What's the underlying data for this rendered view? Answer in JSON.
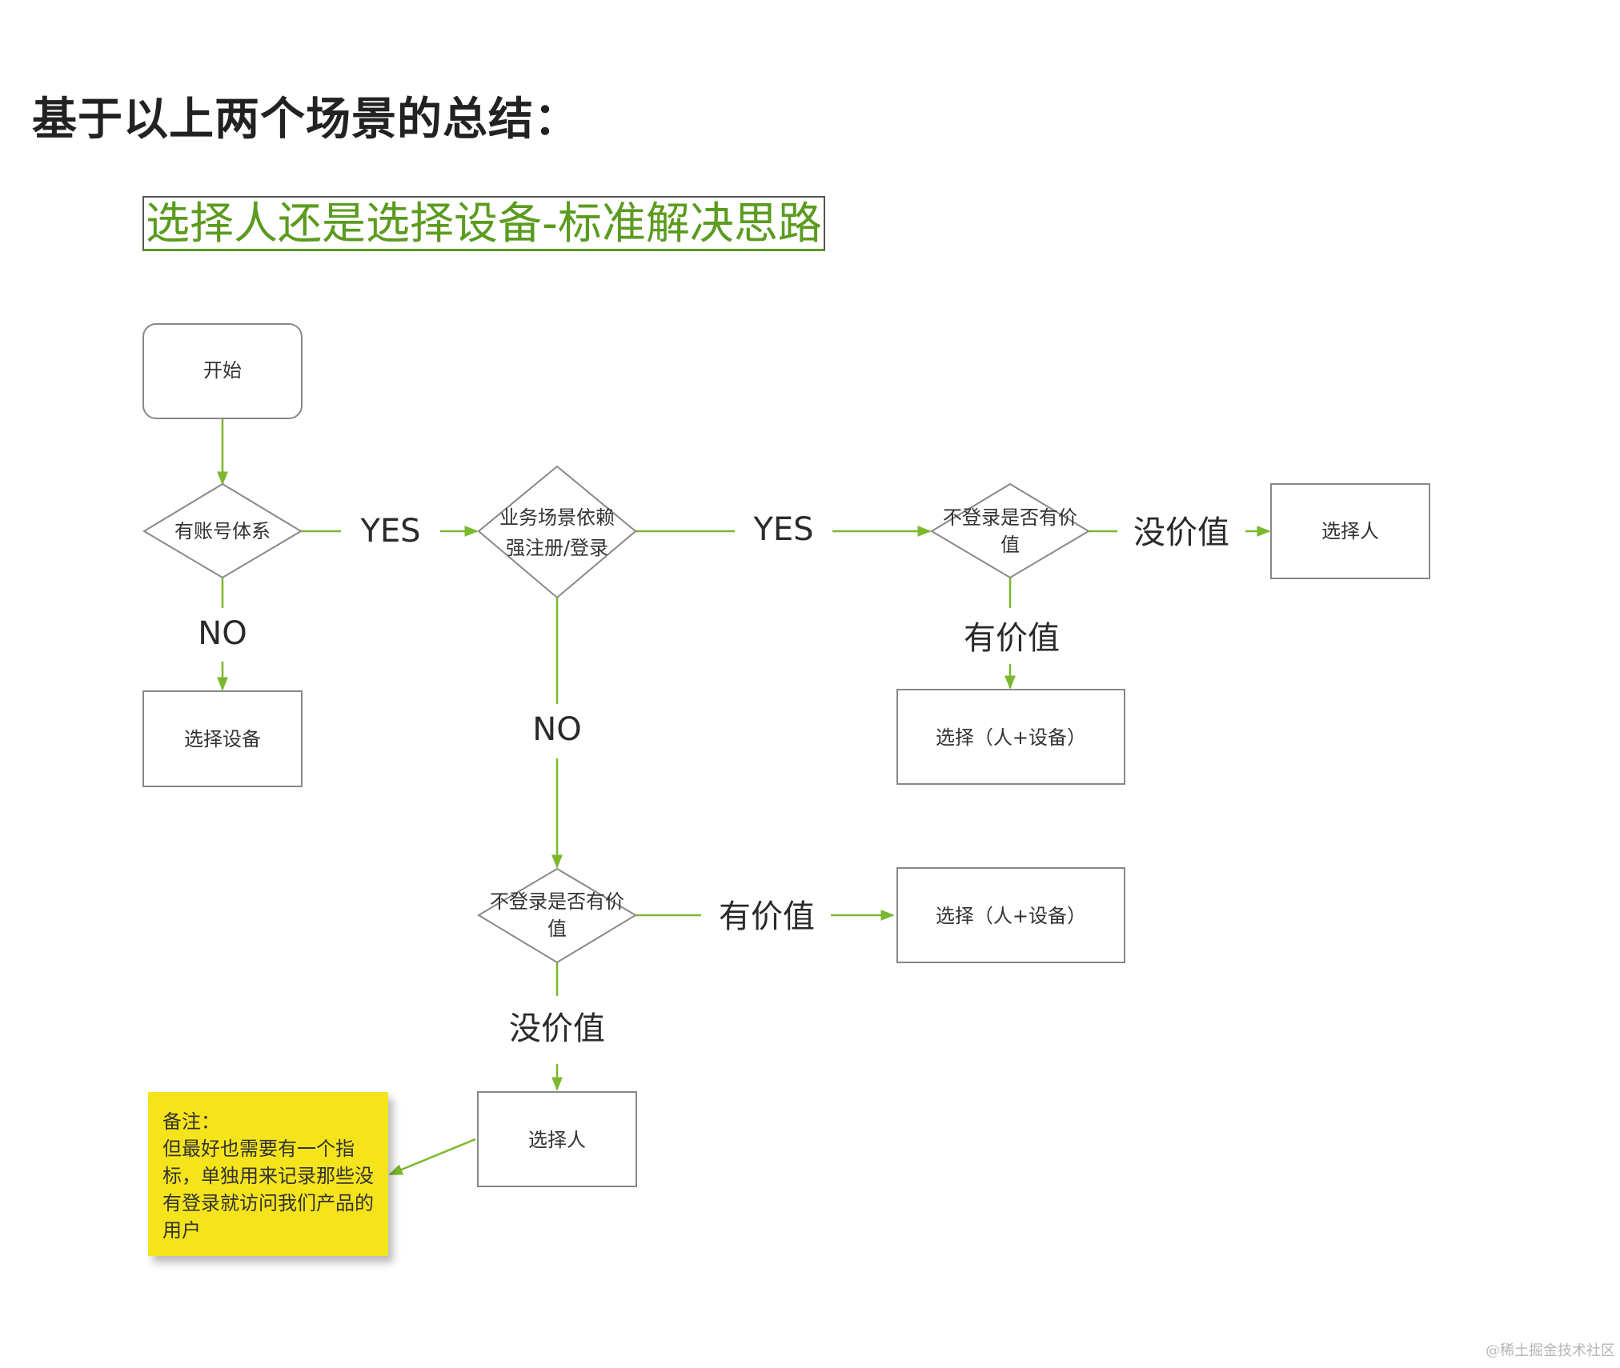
{
  "page": {
    "title": "基于以上两个场景的总结：",
    "subtitle": "选择人还是选择设备-标准解决思路",
    "watermark": "@稀土掘金技术社区"
  },
  "colors": {
    "connector": "#7cb82f",
    "title_green": "#5b9b1f",
    "note_bg": "#f5e41c",
    "node_border": "#888888"
  },
  "flow": {
    "start": {
      "label": "开始"
    },
    "d1": {
      "label": "有账号体系"
    },
    "d2": {
      "lines": [
        "业务场景依赖",
        "强注册/登录"
      ]
    },
    "d3": {
      "lines": [
        "不登录是否有价",
        "值"
      ]
    },
    "d4": {
      "lines": [
        "不登录是否有价",
        "值"
      ]
    },
    "choose_device": {
      "label": "选择设备"
    },
    "choose_person_top": {
      "label": "选择人"
    },
    "choose_both_top": {
      "label": "选择（人+设备）"
    },
    "choose_both_mid": {
      "label": "选择（人+设备）"
    },
    "choose_person_bottom": {
      "label": "选择人"
    },
    "edges": {
      "yes1": "YES",
      "yes2": "YES",
      "no1": "NO",
      "no2": "NO",
      "novalue_top": "没价值",
      "value_top": "有价值",
      "value_mid": "有价值",
      "novalue_mid": "没价值"
    }
  },
  "note": {
    "title": "备注：",
    "body": "但最好也需要有一个指标，单独用来记录那些没有登录就访问我们产品的用户"
  }
}
